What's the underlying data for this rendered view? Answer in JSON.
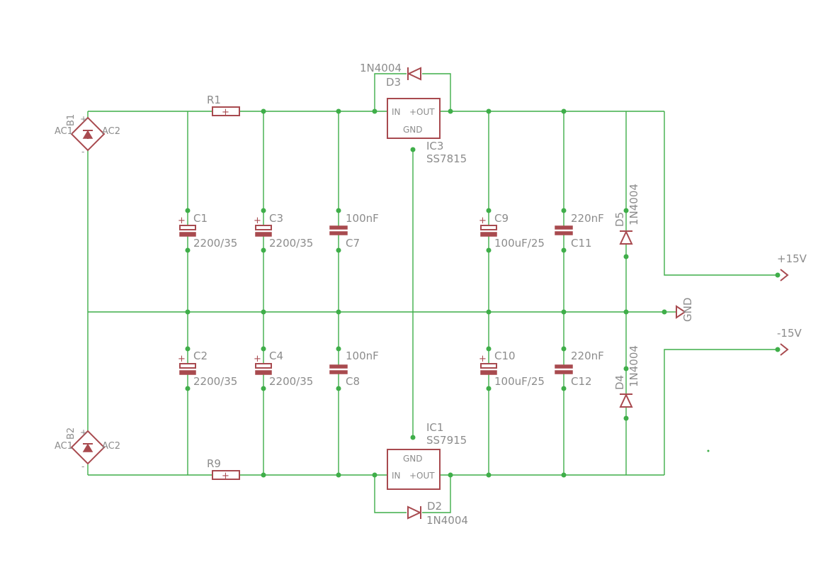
{
  "components": {
    "b1": {
      "ref": "B1",
      "ac1": "AC1",
      "ac2": "AC2",
      "plus": "+",
      "minus": "-"
    },
    "b2": {
      "ref": "B2",
      "ac1": "AC1",
      "ac2": "AC2",
      "plus": "+",
      "minus": "-"
    },
    "r1": {
      "ref": "R1"
    },
    "r9": {
      "ref": "R9"
    },
    "c1": {
      "ref": "C1",
      "value": "2200/35"
    },
    "c2": {
      "ref": "C2",
      "value": "2200/35"
    },
    "c3": {
      "ref": "C3",
      "value": "2200/35"
    },
    "c4": {
      "ref": "C4",
      "value": "2200/35"
    },
    "c7": {
      "ref": "C7",
      "value": "100nF"
    },
    "c8": {
      "ref": "C8",
      "value": "100nF"
    },
    "c9": {
      "ref": "C9",
      "value": "100uF/25"
    },
    "c10": {
      "ref": "C10",
      "value": "100uF/25"
    },
    "c11": {
      "ref": "C11",
      "value": "220nF"
    },
    "c12": {
      "ref": "C12",
      "value": "220nF"
    },
    "d2": {
      "ref": "D2",
      "value": "1N4004"
    },
    "d3": {
      "ref": "D3",
      "value": "1N4004"
    },
    "d4": {
      "ref": "D4",
      "value": "1N4004"
    },
    "d5": {
      "ref": "D5",
      "value": "1N4004"
    },
    "ic3": {
      "ref": "IC3",
      "value": "SS7815",
      "pin_in": "IN",
      "pin_out": "OUT",
      "pin_gnd": "GND"
    },
    "ic1": {
      "ref": "IC1",
      "value": "SS7915",
      "pin_in": "IN",
      "pin_out": "OUT",
      "pin_gnd": "GND"
    }
  },
  "supplies": {
    "pos": "+15V",
    "neg": "-15V",
    "gnd": "GND"
  },
  "colors": {
    "wire": "#3fae49",
    "part": "#a84a4f",
    "label": "#8c8c8c"
  }
}
